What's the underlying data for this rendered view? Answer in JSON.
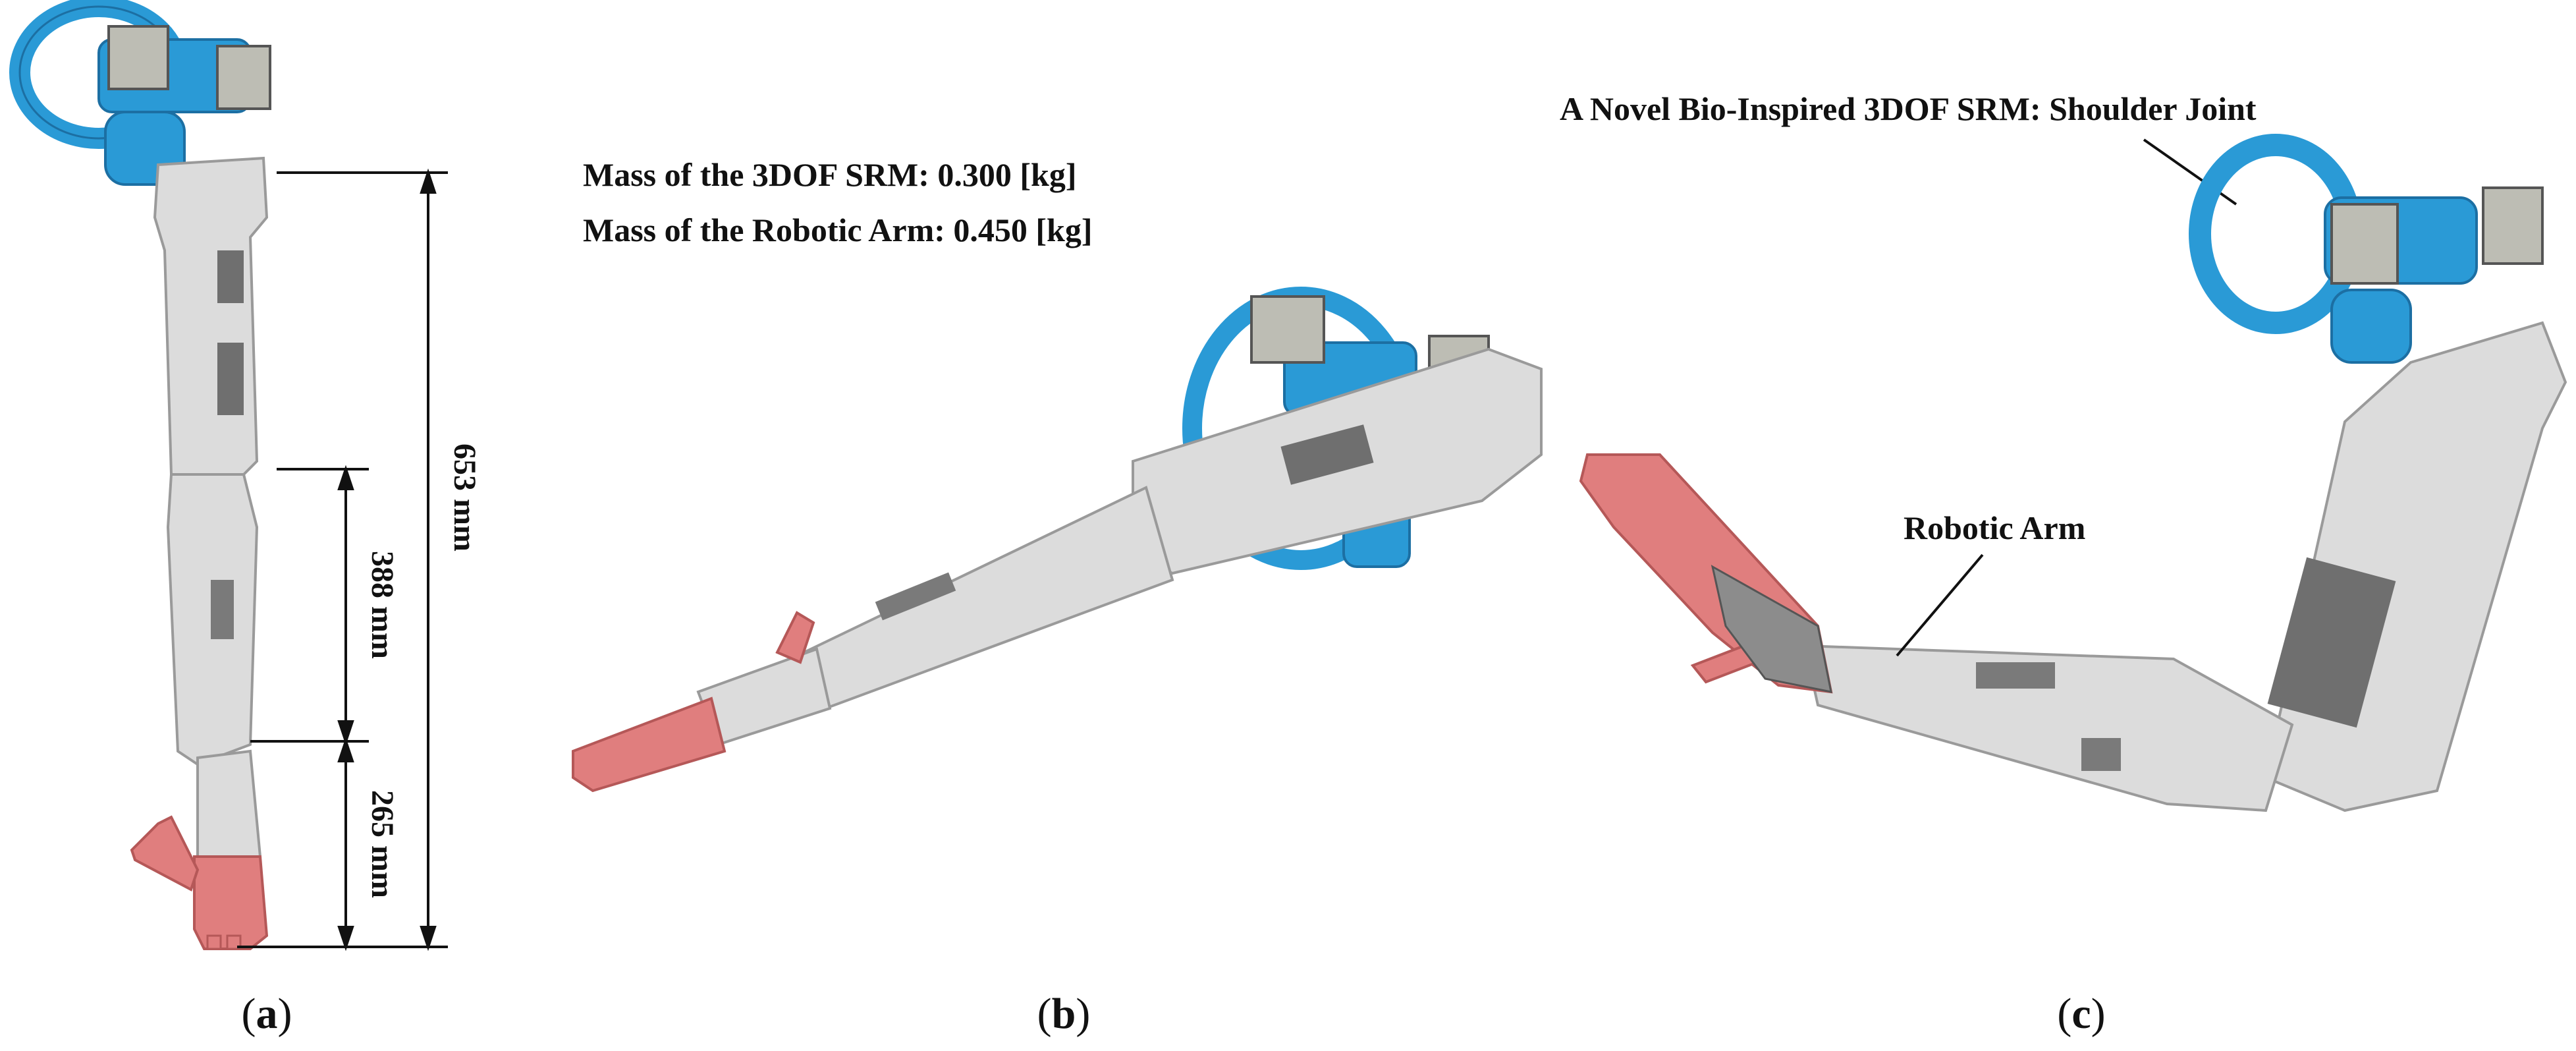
{
  "colors": {
    "mount_blue": "#2a9ad6",
    "mount_blue_dark": "#1c6fa3",
    "arm_gray": "#dcdcdc",
    "arm_gray_dark": "#9a9a9a",
    "hand_pink": "#e07e7e",
    "hand_pink_dark": "#b55858",
    "servo_gray": "#bdbdb4",
    "line_black": "#111111"
  },
  "panel_a": {
    "caption_letter": "a",
    "dim_total": "653 mm",
    "dim_upper": "388 mm",
    "dim_lower": "265 mm"
  },
  "panel_b": {
    "caption_letter": "b",
    "mass_srm": "Mass of the 3DOF SRM: 0.300 [kg]",
    "mass_arm": "Mass of the Robotic Arm: 0.450 [kg]"
  },
  "panel_c": {
    "caption_letter": "c",
    "shoulder_label": "A Novel Bio-Inspired 3DOF SRM: Shoulder Joint",
    "arm_label": "Robotic Arm"
  }
}
